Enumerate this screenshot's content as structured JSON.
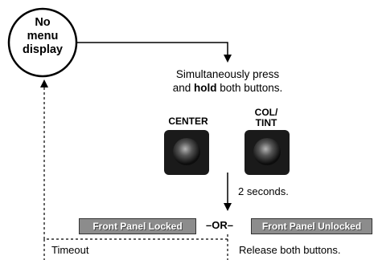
{
  "start_state": {
    "line1": "No",
    "line2": "menu",
    "line3": "display"
  },
  "instruction": {
    "prefix": "Simultaneously press",
    "line2_pre": "and ",
    "line2_bold": "hold",
    "line2_post": " both buttons."
  },
  "buttons": [
    {
      "label_line1": "CENTER",
      "label_line2": ""
    },
    {
      "label_line1": "COL/",
      "label_line2": "TINT"
    }
  ],
  "hold_duration": "2 seconds.",
  "results": {
    "left": "Front Panel Locked",
    "separator": "–OR–",
    "right": "Front Panel Unlocked"
  },
  "release_text": "Release both buttons.",
  "timeout_label": "Timeout"
}
